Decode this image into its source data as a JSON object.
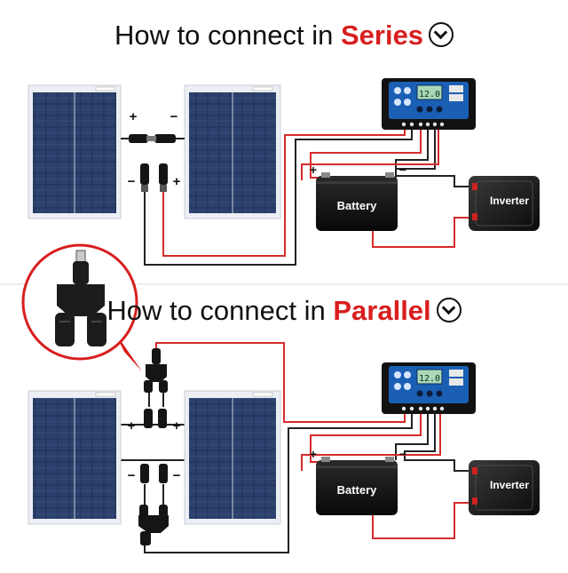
{
  "series": {
    "title_prefix": "How to connect in ",
    "title_accent": "Series",
    "plus": "+",
    "minus": "−",
    "battery_label": "Battery",
    "inverter_label": "Inverter",
    "controller_display": "12.0"
  },
  "parallel": {
    "title_prefix": "How to connect in ",
    "title_accent": "Parallel",
    "plus": "+",
    "minus": "−",
    "battery_label": "Battery",
    "inverter_label": "Inverter",
    "controller_display": "12.0"
  },
  "icons": {
    "title_chevron": "chevron-down-circle-icon",
    "connector_callout": "branch-connector-icon"
  },
  "colors": {
    "accent": "#d81e1e",
    "wire_positive": "#d62b2b",
    "wire_negative": "#222222",
    "panel": "#22304f",
    "controller_body": "#1b5fb5"
  }
}
